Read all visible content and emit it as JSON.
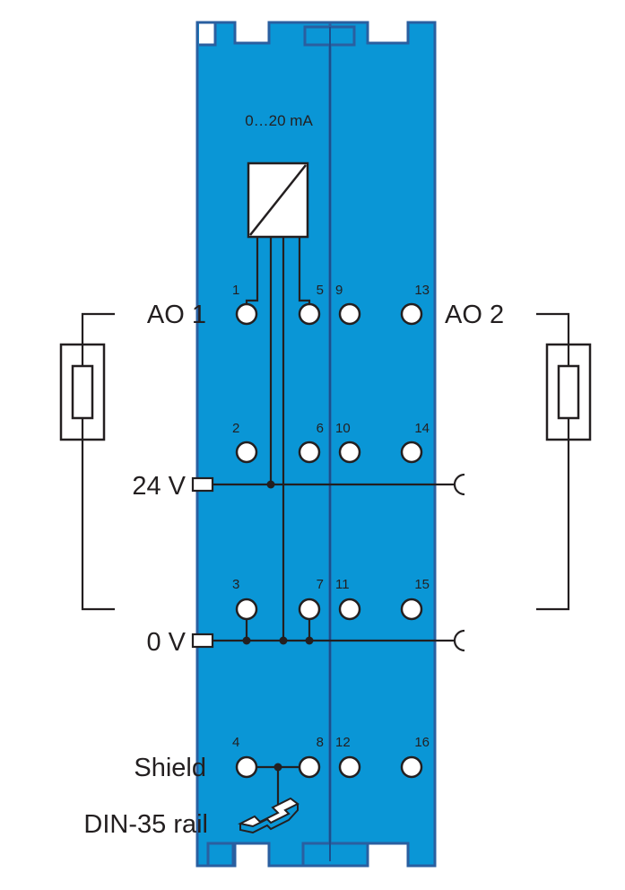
{
  "module": {
    "range_label": "0…20 mA",
    "body_color": "#0a96d6",
    "outline_color": "#2a5fa0"
  },
  "channels": {
    "ao1": "AO 1",
    "ao2": "AO 2"
  },
  "supply": {
    "v24": "24 V",
    "v0": "0 V"
  },
  "shield_label": "Shield",
  "rail_label": "DIN-35 rail",
  "terminal_numbers": [
    "1",
    "2",
    "3",
    "4",
    "5",
    "6",
    "7",
    "8",
    "9",
    "10",
    "11",
    "12",
    "13",
    "14",
    "15",
    "16"
  ]
}
